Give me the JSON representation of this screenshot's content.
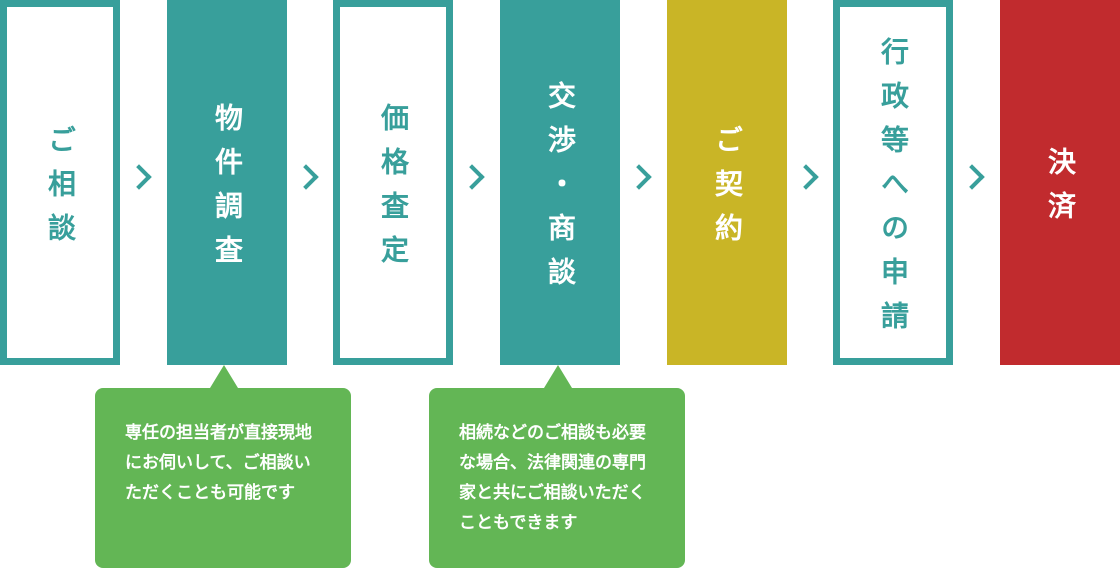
{
  "steps": [
    {
      "label": "ご相談",
      "style": "outline"
    },
    {
      "label": "物件調査",
      "style": "filled",
      "color": "#389f9b"
    },
    {
      "label": "価格査定",
      "style": "outline"
    },
    {
      "label": "交渉・商談",
      "style": "filled",
      "color": "#389f9b"
    },
    {
      "label": "ご契約",
      "style": "filled",
      "color": "#c9b526"
    },
    {
      "label": "行政等への申請",
      "style": "outline"
    },
    {
      "label": "決済",
      "style": "filled",
      "color": "#c12b2e"
    }
  ],
  "callouts": [
    {
      "text": "専任の担当者が直接現地にお伺いして、ご相談いただくことも可能です"
    },
    {
      "text": "相続などのご相談も必要な場合、法律関連の専門家と共にご相談いただくこともできます"
    }
  ],
  "colors": {
    "teal": "#389f9b",
    "yellow": "#c9b526",
    "red": "#c12b2e",
    "green": "#63b655"
  },
  "arrow_icon": "chevron-right-icon"
}
